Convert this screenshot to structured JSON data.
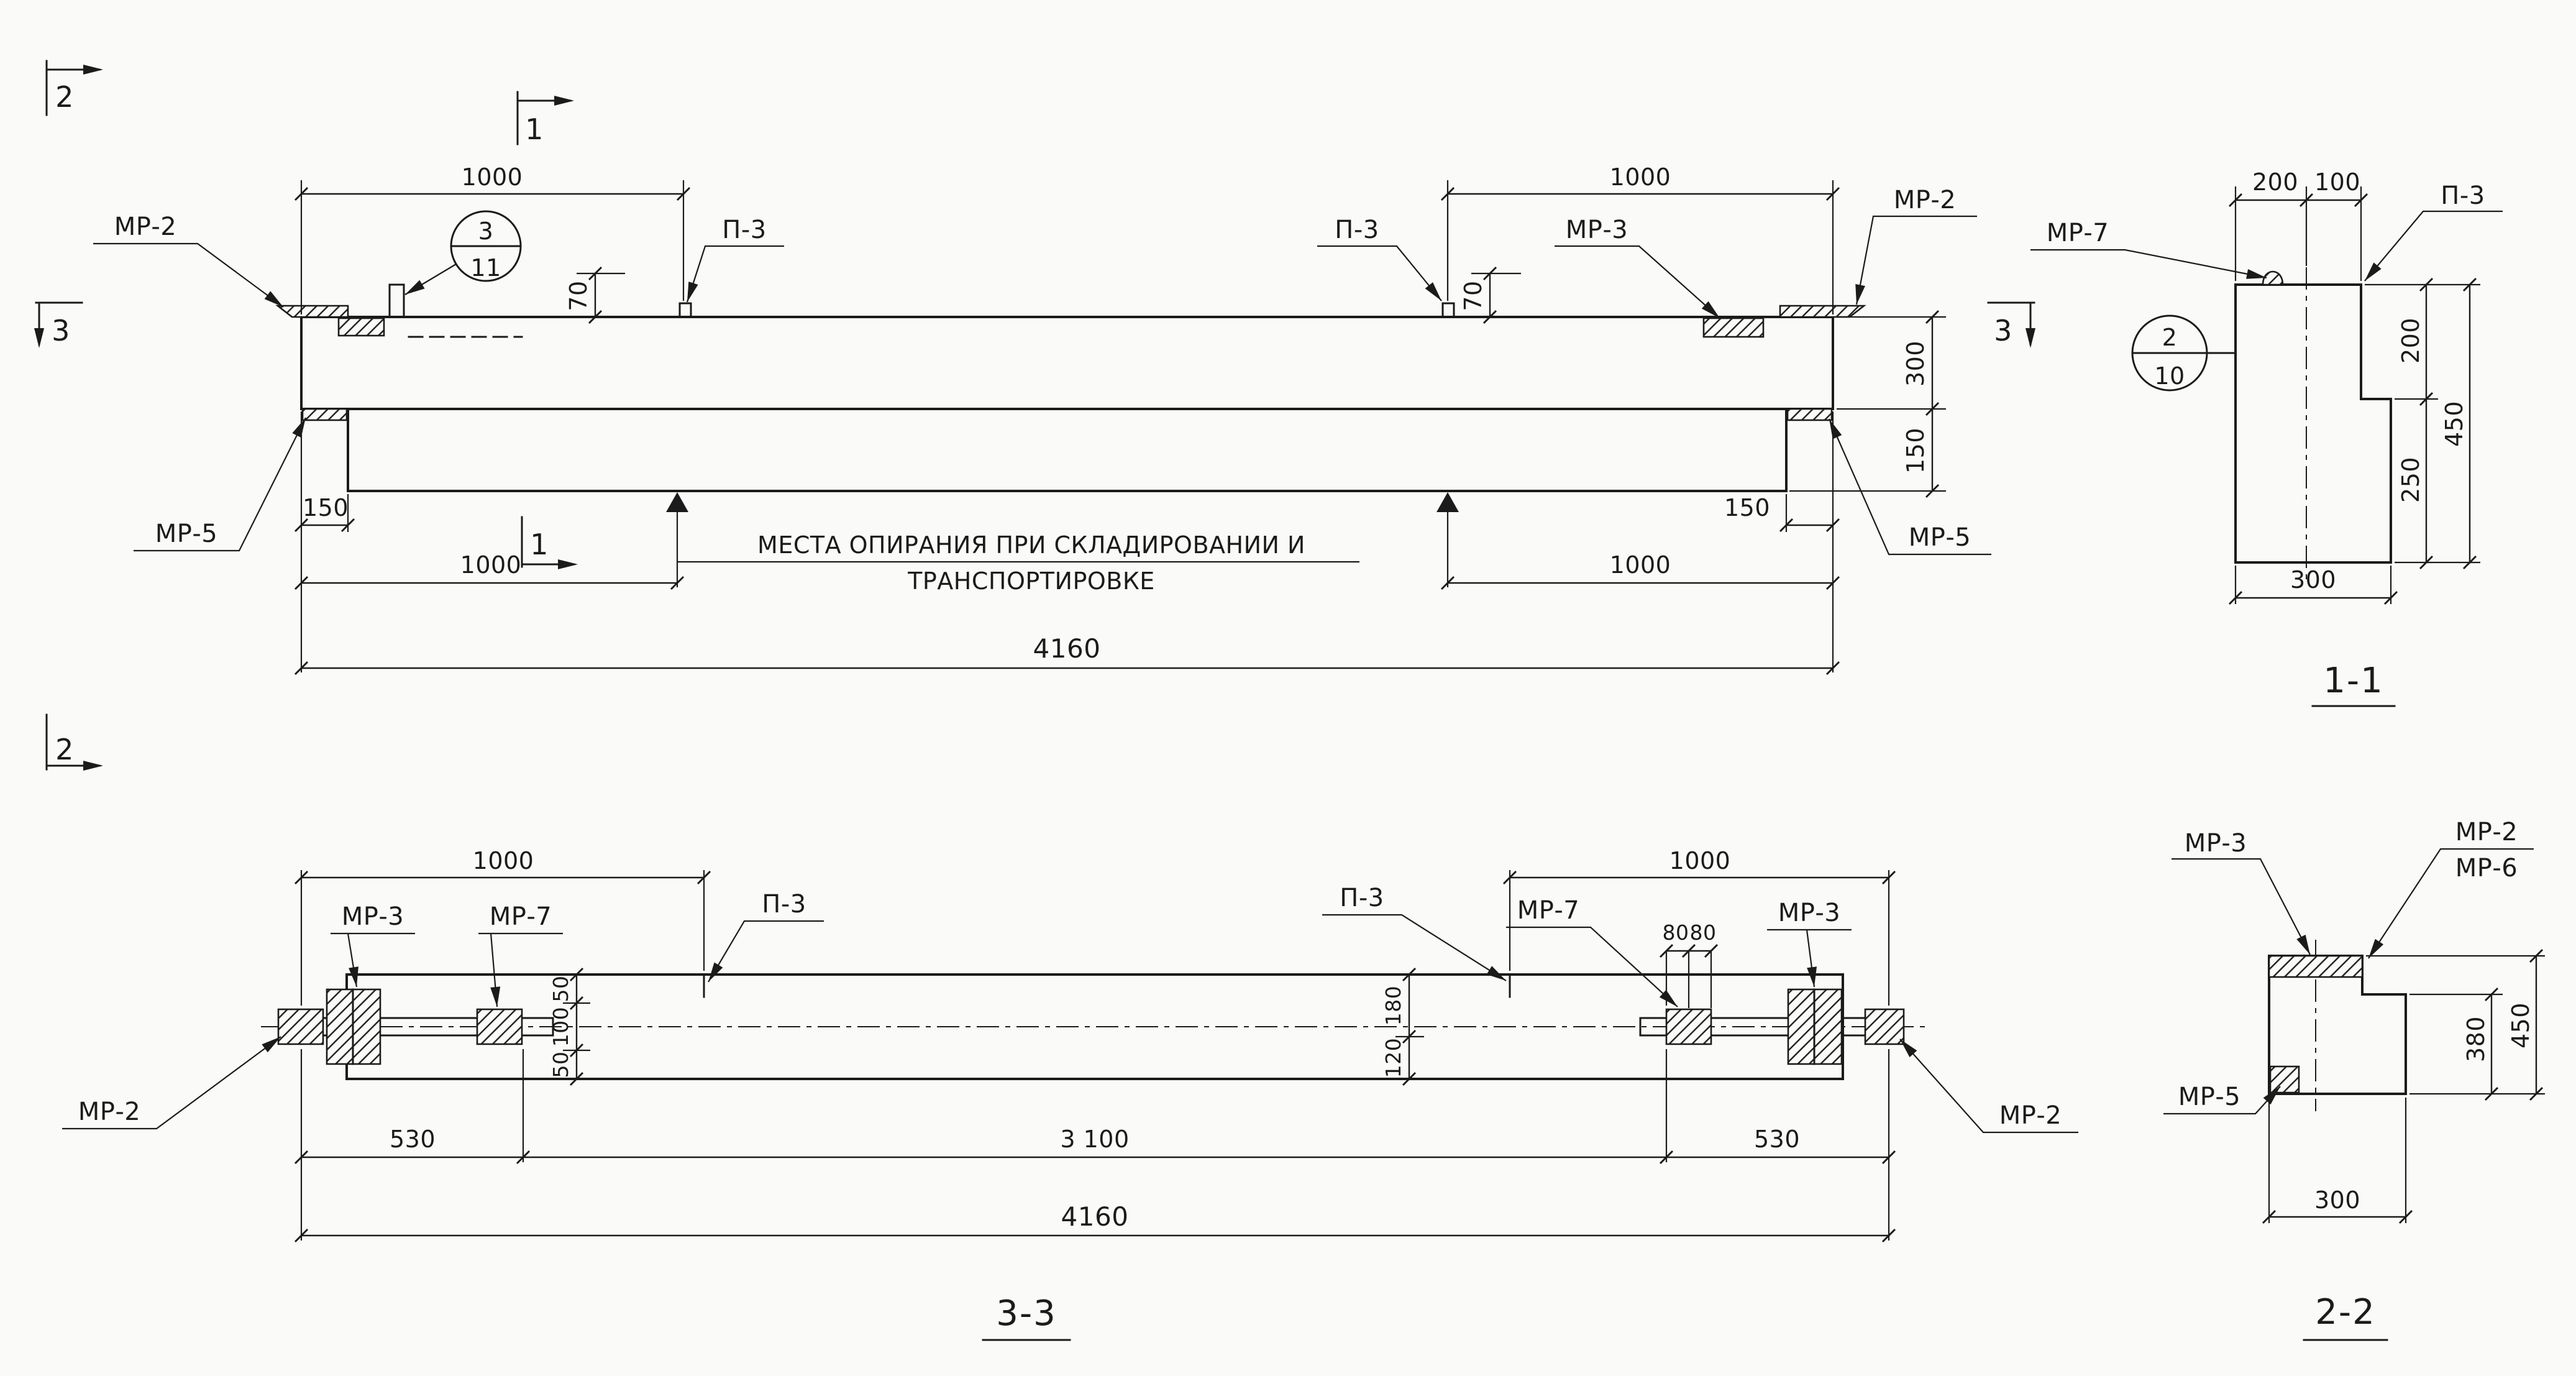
{
  "colors": {
    "ink": "#1b1b1b",
    "paper": "#fafaf8"
  },
  "markers": {
    "sec2_top": "2",
    "sec1_top": "1",
    "sec3_left": "3",
    "sec3_right": "3",
    "sec1_bottom": "1",
    "sec2_mid": "2"
  },
  "elevation": {
    "callout": {
      "num": "3",
      "den": "11"
    },
    "labels": {
      "mr2_left": "МР-2",
      "mr5_left": "МР-5",
      "p3_left": "П-3",
      "p3_right": "П-3",
      "mr3_right": "МР-3",
      "mr2_right": "МР-2",
      "mr5_right": "МР-5"
    },
    "dims": {
      "top_left_1000": "1000",
      "top_right_1000": "1000",
      "h70_left": "70",
      "h70_right": "70",
      "side_300": "300",
      "side_150": "150",
      "end_150_left": "150",
      "end_150_right": "150",
      "bottom_left_1000": "1000",
      "bottom_right_1000": "1000",
      "total_4160": "4160"
    },
    "note": {
      "line1": "МЕСТА ОПИРАНИЯ ПРИ СКЛАДИРОВАНИИ И",
      "line2": "ТРАНСПОРТИРОВКЕ"
    }
  },
  "section11": {
    "caption": "1-1",
    "callout": {
      "num": "2",
      "den": "10"
    },
    "labels": {
      "mr7": "МР-7",
      "p3": "П-3"
    },
    "dims": {
      "top_200": "200",
      "top_100": "100",
      "right_200": "200",
      "right_250": "250",
      "right_450": "450",
      "bottom_300": "300"
    }
  },
  "section33": {
    "caption": "3-3",
    "labels": {
      "mr3_left": "МР-3",
      "mr7_left": "МР-7",
      "p3_left": "П-3",
      "p3_right": "П-3",
      "mr7_right": "МР-7",
      "mr3_right": "МР-3",
      "mr2_left": "МР-2",
      "mr2_right": "МР-2"
    },
    "dims": {
      "top_left_1000": "1000",
      "top_right_1000": "1000",
      "v50_top": "50",
      "v100": "100",
      "v50_bot": "50",
      "v180": "180",
      "v120": "120",
      "s80_a": "80",
      "s80_b": "80",
      "b530_left": "530",
      "b3100": "3 100",
      "b530_right": "530",
      "total_4160": "4160"
    }
  },
  "section22": {
    "caption": "2-2",
    "labels": {
      "mr3": "МР-3",
      "mr2": "МР-2",
      "mr6": "МР-6",
      "mr5": "МР-5"
    },
    "dims": {
      "right_380": "380",
      "right_450": "450",
      "bottom_300": "300"
    }
  }
}
